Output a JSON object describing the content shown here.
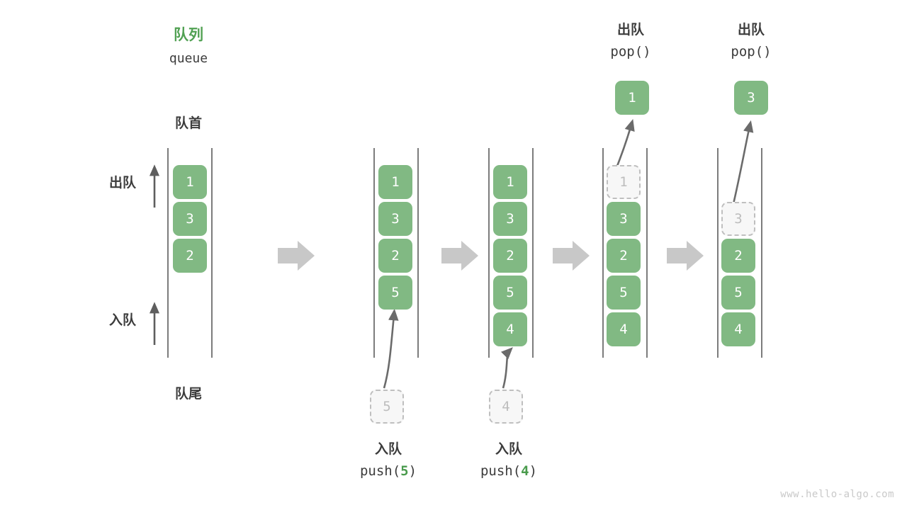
{
  "header": {
    "title_cn": "队列",
    "title_en": "queue"
  },
  "labels": {
    "front": "队首",
    "rear": "队尾",
    "dequeue": "出队",
    "enqueue": "入队"
  },
  "watermark": "www.hello-algo.com",
  "colors": {
    "accent_green": "#51a153",
    "cell_green": "#81b983",
    "ghost_border": "#bfbfbf",
    "ghost_text": "#bdbdbd",
    "rail": "#4a4a4a",
    "arrow_gray": "#c8c8c8",
    "text": "#3c3c3c",
    "watermark": "#c9c9c9"
  },
  "columns": [
    {
      "id": "initial",
      "op_cn": "",
      "op_code": "",
      "cells": [
        {
          "value": "1",
          "state": "filled"
        },
        {
          "value": "3",
          "state": "filled"
        },
        {
          "value": "2",
          "state": "filled"
        }
      ],
      "popped": null,
      "incoming": null
    },
    {
      "id": "push-5",
      "op_cn": "入队",
      "op_code_prefix": "push(",
      "op_code_num": "5",
      "op_code_suffix": ")",
      "cells": [
        {
          "value": "1",
          "state": "filled"
        },
        {
          "value": "3",
          "state": "filled"
        },
        {
          "value": "2",
          "state": "filled"
        },
        {
          "value": "5",
          "state": "filled"
        }
      ],
      "popped": null,
      "incoming": {
        "value": "5",
        "state": "ghost"
      }
    },
    {
      "id": "push-4",
      "op_cn": "入队",
      "op_code_prefix": "push(",
      "op_code_num": "4",
      "op_code_suffix": ")",
      "cells": [
        {
          "value": "1",
          "state": "filled"
        },
        {
          "value": "3",
          "state": "filled"
        },
        {
          "value": "2",
          "state": "filled"
        },
        {
          "value": "5",
          "state": "filled"
        },
        {
          "value": "4",
          "state": "filled"
        }
      ],
      "popped": null,
      "incoming": {
        "value": "4",
        "state": "ghost"
      }
    },
    {
      "id": "pop-1",
      "op_cn": "出队",
      "op_code_prefix": "pop(",
      "op_code_num": "",
      "op_code_suffix": ")",
      "cells": [
        {
          "value": "1",
          "state": "ghost"
        },
        {
          "value": "3",
          "state": "filled"
        },
        {
          "value": "2",
          "state": "filled"
        },
        {
          "value": "5",
          "state": "filled"
        },
        {
          "value": "4",
          "state": "filled"
        }
      ],
      "popped": {
        "value": "1",
        "state": "filled"
      },
      "incoming": null
    },
    {
      "id": "pop-3",
      "op_cn": "出队",
      "op_code_prefix": "pop(",
      "op_code_num": "",
      "op_code_suffix": ")",
      "cells": [
        {
          "value": "3",
          "state": "ghost"
        },
        {
          "value": "2",
          "state": "filled"
        },
        {
          "value": "5",
          "state": "filled"
        },
        {
          "value": "4",
          "state": "filled"
        }
      ],
      "popped": {
        "value": "3",
        "state": "filled"
      },
      "incoming": null
    }
  ]
}
